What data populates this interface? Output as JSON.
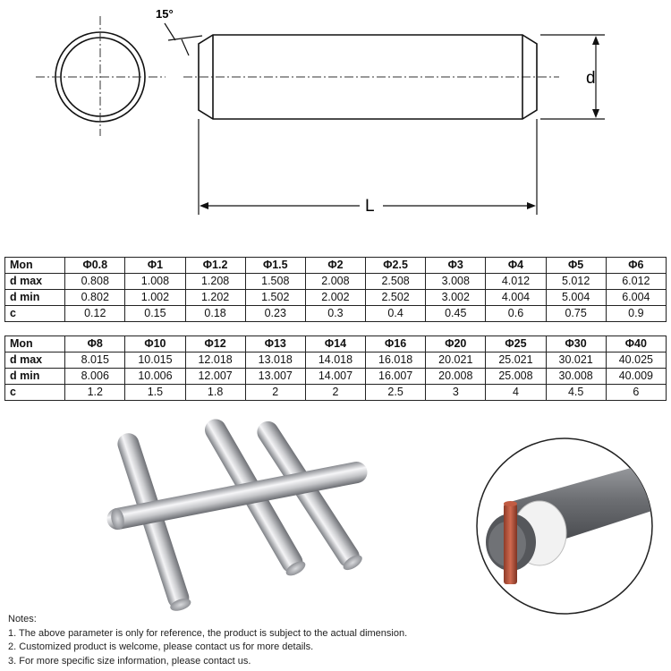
{
  "drawing": {
    "angle_label": "15°",
    "diameter_label": "d",
    "length_label": "L"
  },
  "table1": {
    "headers": [
      "Mon",
      "Φ0.8",
      "Φ1",
      "Φ1.2",
      "Φ1.5",
      "Φ2",
      "Φ2.5",
      "Φ3",
      "Φ4",
      "Φ5",
      "Φ6"
    ],
    "rows": [
      [
        "d max",
        "0.808",
        "1.008",
        "1.208",
        "1.508",
        "2.008",
        "2.508",
        "3.008",
        "4.012",
        "5.012",
        "6.012"
      ],
      [
        "d min",
        "0.802",
        "1.002",
        "1.202",
        "1.502",
        "2.002",
        "2.502",
        "3.002",
        "4.004",
        "5.004",
        "6.004"
      ],
      [
        "c",
        "0.12",
        "0.15",
        "0.18",
        "0.23",
        "0.3",
        "0.4",
        "0.45",
        "0.6",
        "0.75",
        "0.9"
      ]
    ]
  },
  "table2": {
    "headers": [
      "Mon",
      "Φ8",
      "Φ10",
      "Φ12",
      "Φ13",
      "Φ14",
      "Φ16",
      "Φ20",
      "Φ25",
      "Φ30",
      "Φ40"
    ],
    "rows": [
      [
        "d max",
        "8.015",
        "10.015",
        "12.018",
        "13.018",
        "14.018",
        "16.018",
        "20.021",
        "25.021",
        "30.021",
        "40.025"
      ],
      [
        "d min",
        "8.006",
        "10.006",
        "12.007",
        "13.007",
        "14.007",
        "16.007",
        "20.008",
        "25.008",
        "30.008",
        "40.009"
      ],
      [
        "c",
        "1.2",
        "1.5",
        "1.8",
        "2",
        "2",
        "2.5",
        "3",
        "4",
        "4.5",
        "6"
      ]
    ]
  },
  "notes": {
    "title": "Notes:",
    "lines": [
      "1. The above parameter is only for reference, the product is subject to the actual dimension.",
      "2. Customized product is welcome, please contact us for more details.",
      "3. For more specific size information, please contact us."
    ]
  },
  "colors": {
    "line": "#111111",
    "steel_light": "#e8e8ea",
    "steel_dark": "#8a8c90",
    "pin_copper": "#b5533c"
  }
}
